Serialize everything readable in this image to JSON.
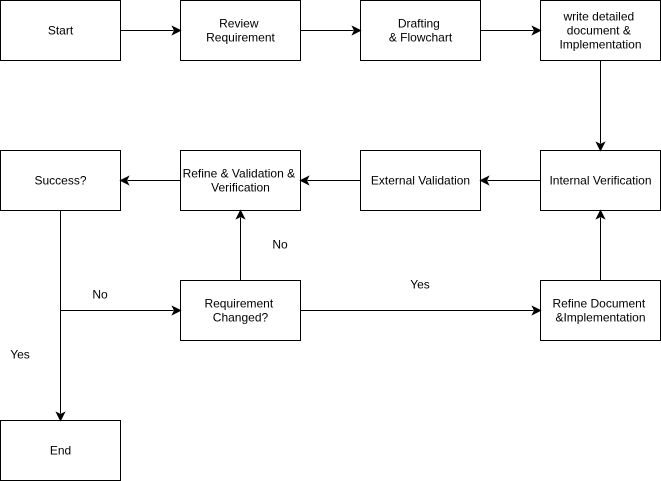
{
  "diagram": {
    "nodes": {
      "start": {
        "lines": [
          "Start"
        ]
      },
      "review": {
        "lines": [
          "Review",
          "Requirement"
        ]
      },
      "drafting": {
        "lines": [
          "Drafting",
          "& Flowchart"
        ]
      },
      "write_doc": {
        "lines": [
          "write detailed",
          "document &",
          "Implementation"
        ]
      },
      "internal": {
        "lines": [
          "Internal Verification"
        ]
      },
      "external": {
        "lines": [
          "External Validation"
        ]
      },
      "refine_validation": {
        "lines": [
          "Refine & Validation &",
          "Verification"
        ]
      },
      "success": {
        "lines": [
          "Success?"
        ]
      },
      "req_changed": {
        "lines": [
          "Requirement",
          "Changed?"
        ]
      },
      "refine_doc": {
        "lines": [
          "Refine Document",
          "&Implementation"
        ]
      },
      "end": {
        "lines": [
          "End"
        ]
      }
    },
    "edge_labels": {
      "no_up": "No",
      "yes_right": "Yes",
      "no_left": "No",
      "yes_down": "Yes"
    }
  }
}
